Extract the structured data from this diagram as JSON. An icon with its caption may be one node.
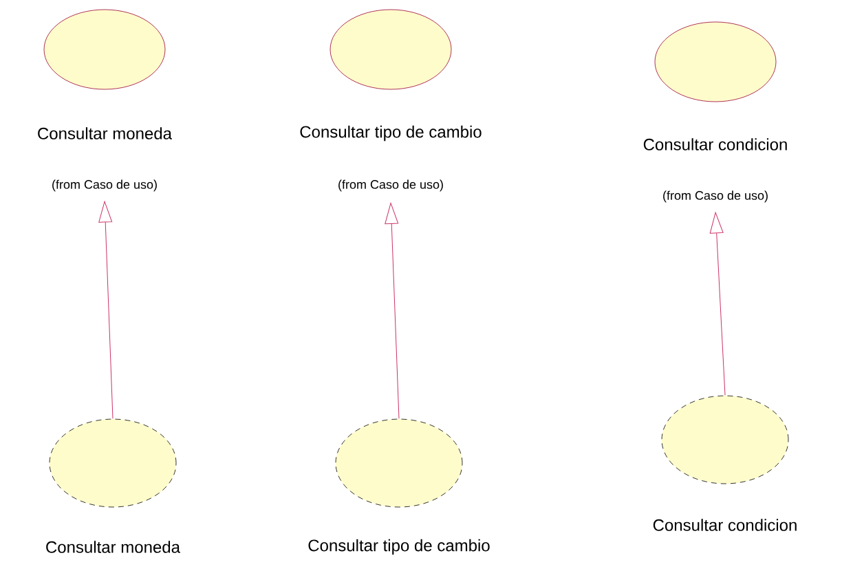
{
  "diagram": {
    "nodes": [
      {
        "text": [
          "Consultar moneda"
        ]
      },
      {
        "text": [
          "Consultar tipo de cambio"
        ]
      },
      {
        "text": [
          "Consultar condicion"
        ]
      },
      {
        "text": [
          "Consultar moneda"
        ]
      },
      {
        "text": [
          "Consultar tipo de cambio"
        ]
      },
      {
        "text": [
          "Consultar condicion"
        ]
      }
    ],
    "edges": [
      {
        "from": 3,
        "to": 0,
        "arrow": "to"
      },
      {
        "from": 4,
        "to": 1,
        "arrow": "to"
      },
      {
        "from": 5,
        "to": 2,
        "arrow": "to"
      }
    ],
    "labels": [
      "(from Caso de uso)",
      "(from Caso de uso)",
      "(from Caso de uso)"
    ]
  }
}
